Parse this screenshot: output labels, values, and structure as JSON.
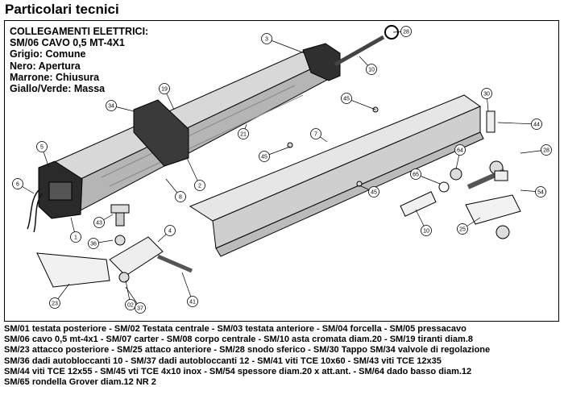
{
  "title": "Particolari tecnici",
  "wiring": {
    "heading": "COLLEGAMENTI ELETTRICI:",
    "cable": "SM/06 CAVO 0,5 MT-4X1",
    "lines": [
      "Grigio: Comune",
      "Nero: Apertura",
      "Marrone: Chiusura",
      "Giallo/Verde: Massa"
    ]
  },
  "callouts": [
    "28",
    "3",
    "10",
    "19",
    "45",
    "34",
    "30",
    "7",
    "21",
    "44",
    "5",
    "45",
    "28",
    "64",
    "65",
    "6",
    "2",
    "8",
    "45",
    "54",
    "10",
    "43",
    "1",
    "4",
    "25",
    "36",
    "23",
    "02",
    "41",
    "37"
  ],
  "legend": [
    "SM/01 testata posteriore - SM/02 Testata centrale - SM/03 testata anteriore - SM/04 forcella - SM/05 pressacavo",
    "SM/06 cavo 0,5 mt-4x1 - SM/07 carter - SM/08 corpo centrale - SM/10 asta cromata diam.20 - SM/19 tiranti diam.8",
    "SM/23 attacco posteriore - SM/25 attaco anteriore - SM/28 snodo sferico - SM/30 Tappo SM/34 valvole di regolazione",
    "SM/36 dadi autobloccanti 10 - SM/37 dadi autobloccanti 12 - SM/41 viti TCE 10x60 - SM/43 viti TCE 12x35",
    "SM/44 viti TCE 12x55 - SM/45 vti TCE 4x10 inox - SM/54 spessore diam.20 x att.ant. - SM/64 dado basso diam.12",
    "SM/65 rondella Grover diam.12 NR 2"
  ]
}
